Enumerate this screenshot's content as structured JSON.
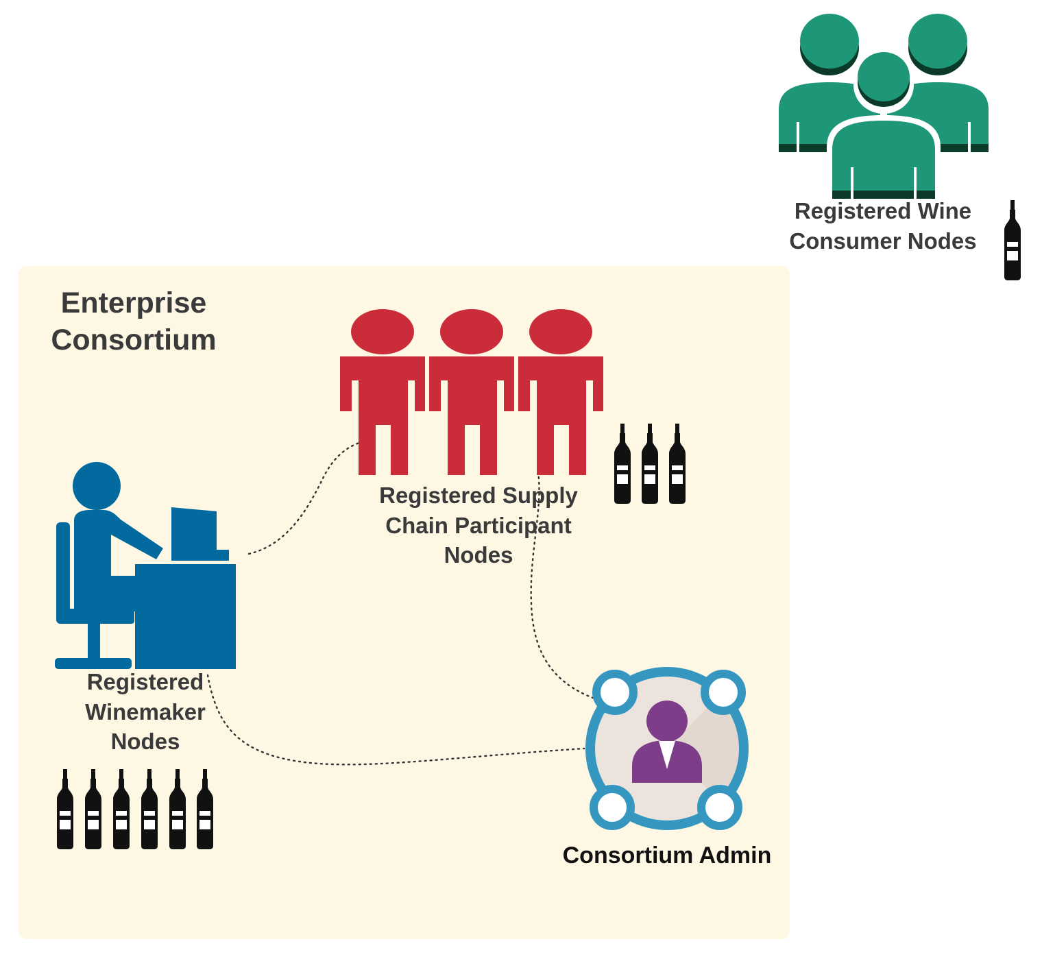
{
  "colors": {
    "consortium_bg": "#fdf7e4",
    "consumer_green": "#1e9778",
    "consumer_dark": "#0b3a29",
    "supply_red": "#cb2c3a",
    "winemaker_blue": "#026a9e",
    "admin_ring": "#3597c0",
    "admin_purple": "#7e3d88",
    "bottle": "#111111"
  },
  "consortium": {
    "title": "Enterprise\nConsortium"
  },
  "nodes": {
    "consumer": {
      "label": "Registered Wine\nConsumer Nodes",
      "icon": "user-group-icon",
      "bottles": 1
    },
    "supply_chain": {
      "label": "Registered Supply\nChain Participant\nNodes",
      "icon": "three-people-icon",
      "bottles": 3
    },
    "winemaker": {
      "label": "Registered\nWinemaker\nNodes",
      "icon": "person-at-computer-icon",
      "bottles": 6
    },
    "admin": {
      "label": "Consortium Admin",
      "icon": "admin-network-icon"
    }
  }
}
